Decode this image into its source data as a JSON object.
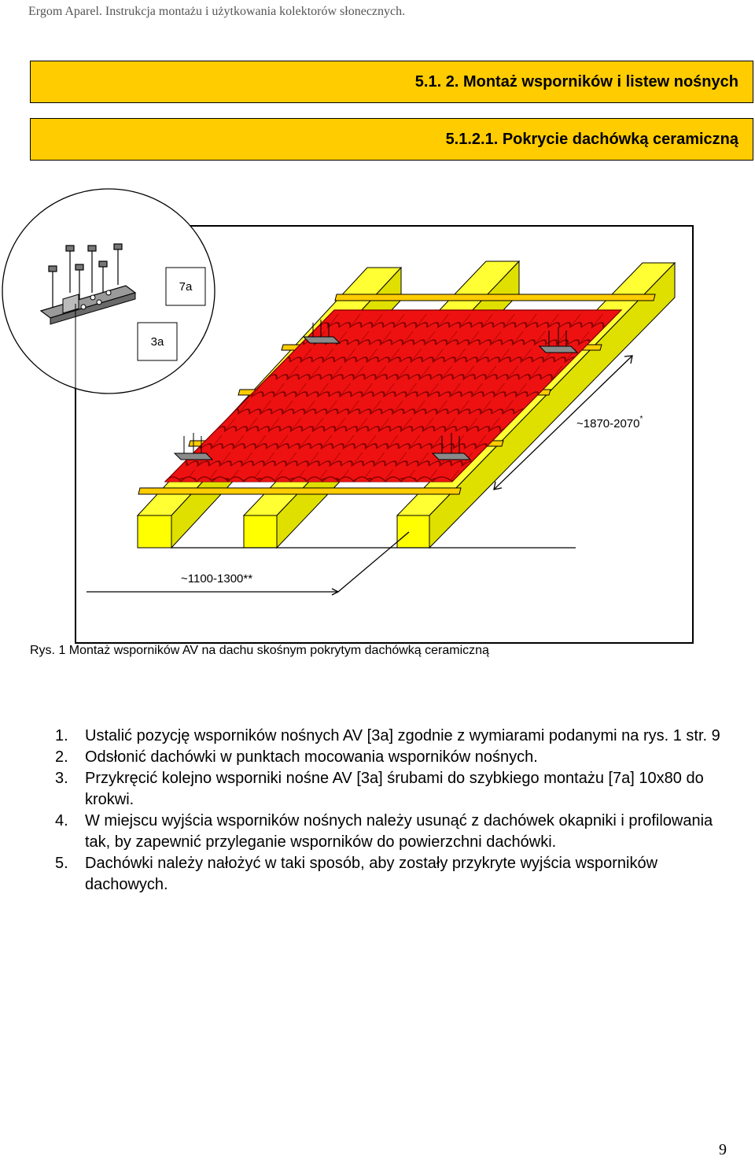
{
  "header": {
    "running_title": "Ergom Aparel. Instrukcja montażu i użytkowania kolektorów słonecznych."
  },
  "sections": {
    "heading": "5.1. 2. Montaż wsporników i listew nośnych",
    "subheading": "5.1.2.1. Pokrycie dachówką ceramiczną"
  },
  "figure": {
    "label_7a": "7a",
    "label_3a": "3a",
    "dim_length": "~1870-2070",
    "dim_length_mark": "*",
    "dim_spacing": "~1100-1300**",
    "caption": "Rys. 1 Montaż wsporników AV na dachu skośnym pokrytym dachówką ceramiczną",
    "colors": {
      "tile": "#e61010",
      "tile_edge": "#7a0000",
      "beam": "#ffff00",
      "bracket": "#8a8a8a"
    }
  },
  "steps": [
    {
      "num": "1.",
      "text": "Ustalić pozycję wsporników nośnych AV [3a] zgodnie z wymiarami podanymi na rys. 1 str. 9"
    },
    {
      "num": "2.",
      "text": "Odsłonić dachówki w punktach mocowania wsporników nośnych."
    },
    {
      "num": "3.",
      "text": "Przykręcić kolejno wsporniki nośne AV [3a] śrubami do szybkiego montażu [7a] 10x80 do krokwi."
    },
    {
      "num": "4.",
      "text": "W miejscu wyjścia wsporników nośnych należy usunąć z dachówek okapniki i profilowania tak, by zapewnić przyleganie wsporników do powierzchni dachówki."
    },
    {
      "num": "5.",
      "text": "Dachówki należy nałożyć w taki sposób, aby zostały przykryte wyjścia wsporników dachowych."
    }
  ],
  "footer": {
    "page_number": "9"
  }
}
